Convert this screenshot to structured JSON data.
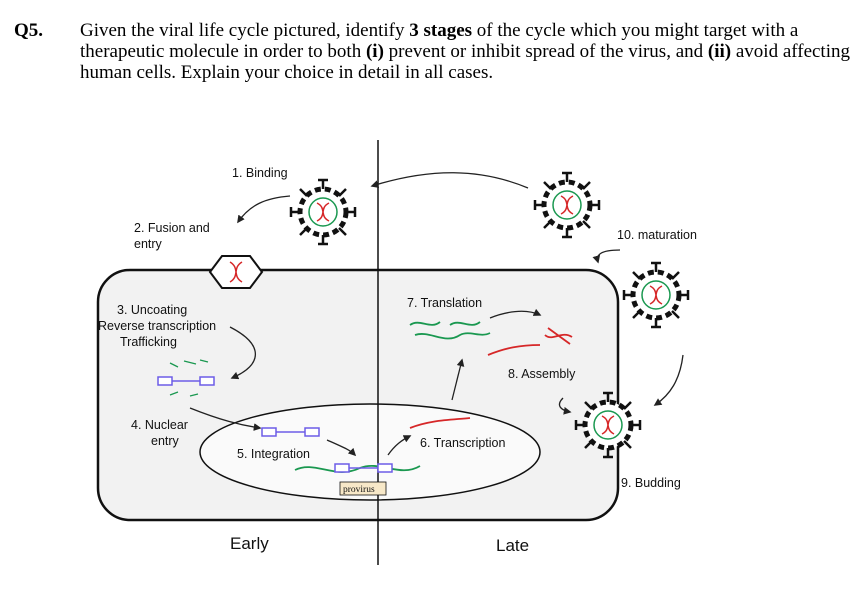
{
  "question": {
    "number": "Q5.",
    "t1": "Given the viral life cycle pictured, identify ",
    "b1": "3 stages",
    "t2": " of the cycle which you might target with a therapeutic molecule in order to both ",
    "b2": "(i)",
    "t3": " prevent or inhibit spread of the virus, and ",
    "b3": "(ii)",
    "t4": " avoid affecting human cells.  Explain your choice in detail in all cases."
  },
  "diagram": {
    "binding": "1. Binding",
    "fusion_1": "2. Fusion and",
    "fusion_2": "entry",
    "uncoating_1": "3. Uncoating",
    "uncoating_2": "Reverse transcription",
    "uncoating_3": "Trafficking",
    "nuclear_1": "4. Nuclear",
    "nuclear_2": "entry",
    "integration": "5. Integration",
    "provirus": "provirus",
    "transcription": "6. Transcription",
    "translation": "7. Translation",
    "assembly": "8. Assembly",
    "budding": "9. Budding",
    "maturation": "10. maturation",
    "early": "Early",
    "late": "Late"
  }
}
